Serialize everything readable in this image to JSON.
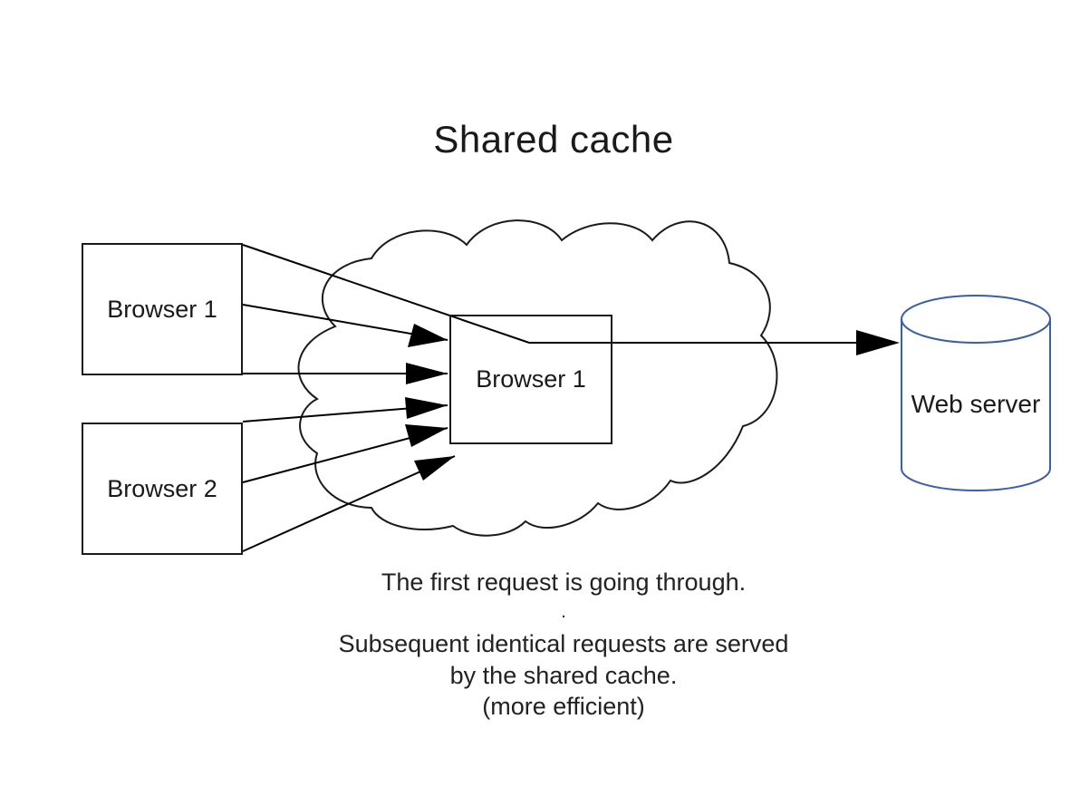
{
  "title": "Shared cache",
  "browsers": {
    "browser1_label": "Browser 1",
    "browser2_label": "Browser 2",
    "cache_label": "Browser 1"
  },
  "server": {
    "label": "Web server",
    "color": "#3a5ea8"
  },
  "caption": {
    "line1": "The first request is going through.",
    "dot": ".",
    "line2": "Subsequent identical requests are served",
    "line3": "by the shared cache.",
    "line4": "(more efficient)"
  }
}
